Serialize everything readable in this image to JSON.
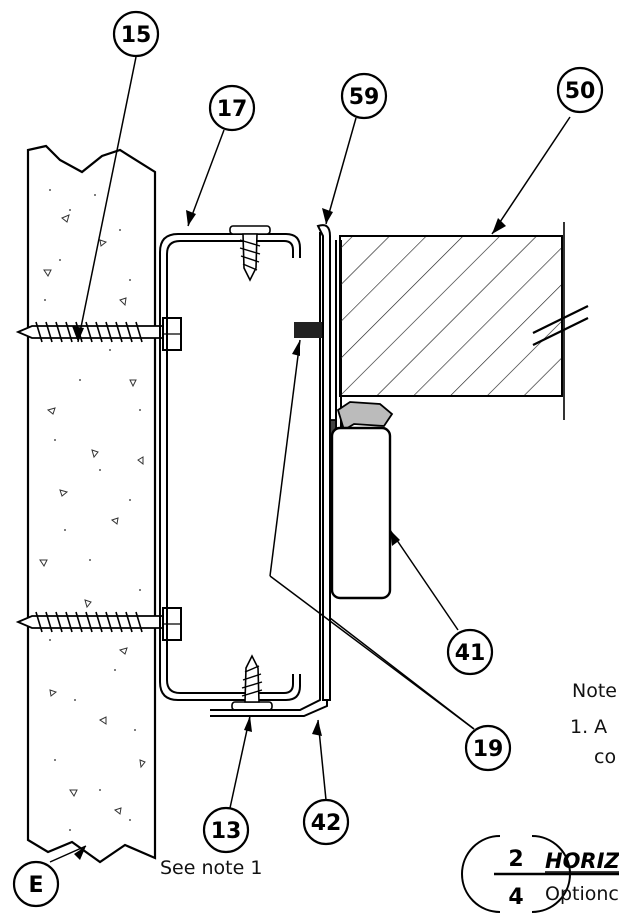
{
  "callouts": {
    "c15": "15",
    "c17": "17",
    "c59": "59",
    "c50": "50",
    "c41": "41",
    "c19": "19",
    "c13": "13",
    "c42": "42",
    "cE": "E"
  },
  "see_note": "See note 1",
  "notes": {
    "heading": "Note",
    "line1": "1. A",
    "line2": "co"
  },
  "title_block": {
    "detail_number": "2",
    "sheet_number": "4",
    "title": "HORIZ",
    "subtitle": "Optionc"
  }
}
